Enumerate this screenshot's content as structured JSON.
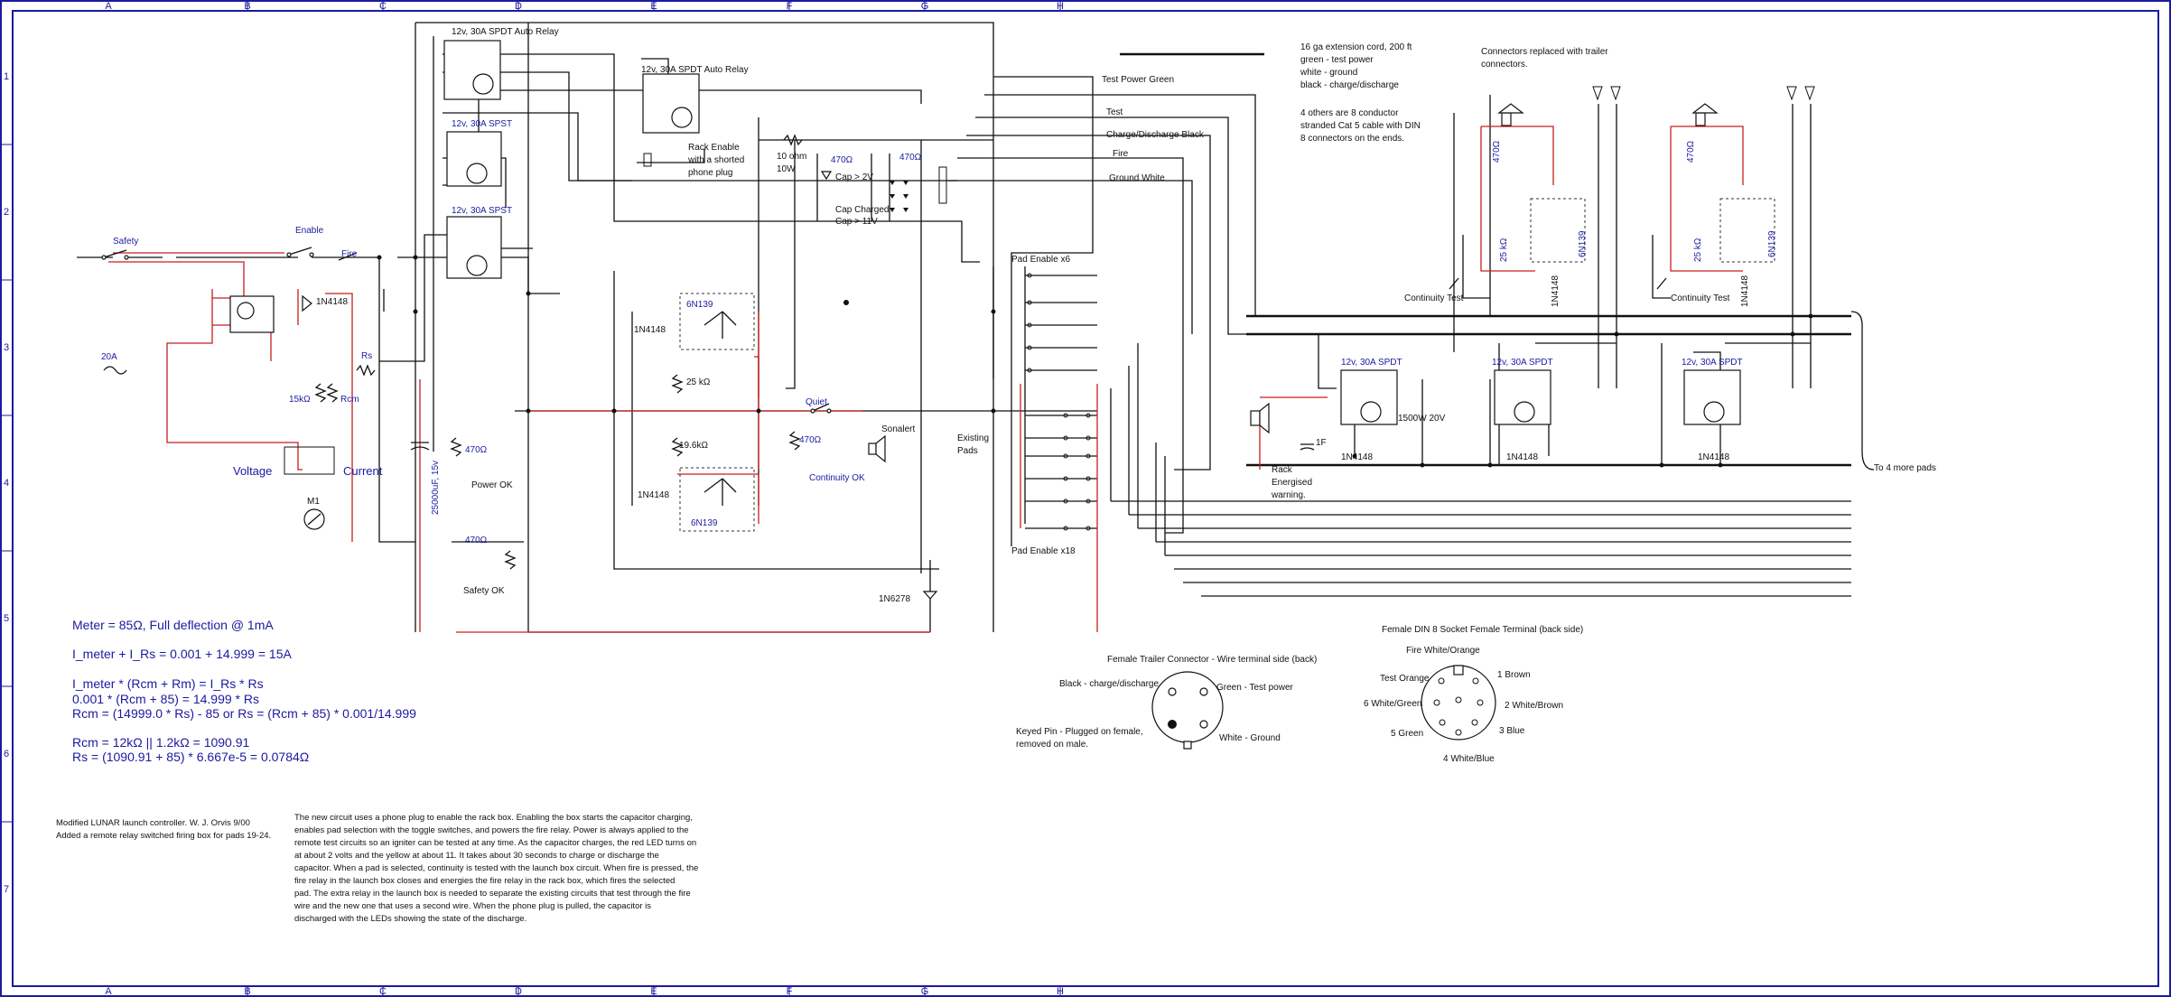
{
  "sheet": {
    "columns": [
      "A",
      "B",
      "C",
      "D",
      "E",
      "F",
      "G",
      "H"
    ],
    "rows": [
      "1",
      "2",
      "3",
      "4",
      "5",
      "6",
      "7"
    ]
  },
  "relays": {
    "auto_relay_1": "12v, 30A SPDT Auto Relay",
    "auto_relay_2": "12v, 30A SPDT Auto Relay",
    "spst_1": "12v, 30A SPST",
    "spst_2": "12v, 30A SPST",
    "pad_relay_1": "12v, 30A  SPDT",
    "pad_relay_2": "12v, 30A  SPDT",
    "pad_relay_3": "12v, 30A  SPDT"
  },
  "labels": {
    "safety": "Safety",
    "enable": "Enable",
    "fire": "Fire",
    "d1": "1N4148",
    "fuse": "20A",
    "rs": "Rs",
    "r15k": "15kΩ",
    "rcm": "Rcm",
    "voltage": "Voltage",
    "current": "Current",
    "meter": "M1",
    "cap_main": "25000uF, 15v",
    "r470_a": "470Ω",
    "power_ok": "Power OK",
    "r470_b": "470Ω",
    "safety_ok": "Safety OK",
    "rack_enable": "Rack Enable\nwith a shorted\nphone plug",
    "r10": "10  ohm\n10W",
    "r470_c": "470Ω",
    "cap2v": "Cap > 2V",
    "r470_d": "470Ω",
    "cap_charged": "Cap Charged\nCap > 11V",
    "opto1": "6N139",
    "d_opto1": "1N4148",
    "r25k": "25 kΩ",
    "r196k": "19.6kΩ",
    "d_opto2": "1N4148",
    "opto2": "6N139",
    "quiet": "Quiet",
    "r470_e": "470Ω",
    "sonalert": "Sonalert",
    "continuity_ok": "Continuity OK",
    "zener": "1N6278",
    "pad_enable_6": "Pad Enable  x6",
    "pad_enable_18": "Pad Enable  x18",
    "existing_pads": "Existing\nPads",
    "wire_test_power": "Test Power  Green",
    "wire_test": "Test",
    "wire_charge": "Charge/Discharge   Black",
    "wire_fire": "Fire",
    "wire_ground": "Ground   White",
    "legend_cord": "16 ga extension cord,   200 ft\ngreen - test power\nwhite - ground\nblack - charge/discharge",
    "legend_others": "4 others are 8 conductor\nstranded Cat 5 cable with DIN\n8 connectors on the ends.",
    "legend_replaced": "Connectors replaced with trailer\nconnectors.",
    "rack_warning": "Rack\nEnergised\nwarning.",
    "cap1f": "1F",
    "r1500w": "1500W  20V",
    "d_pad1": "1N4148",
    "d_pad2": "1N4148",
    "d_pad3": "1N4148",
    "continuity_test": "Continuity Test",
    "r470_p": "470Ω",
    "r25k_p": "25 kΩ",
    "opto_p": "6N139",
    "d_p": "1N4148",
    "to_more": "To 4 more pads"
  },
  "trailer": {
    "title": "Female Trailer Connector - Wire terminal side  (back)",
    "black": "Black - charge/discharge",
    "green": "Green - Test power",
    "white": "White - Ground",
    "keyed": "Keyed Pin - Plugged on female,\nremoved on male."
  },
  "din": {
    "title": "Female DIN 8 Socket Female Terminal (back side)",
    "pins": {
      "fire": "Fire White/Orange",
      "brown": "1 Brown",
      "test": "Test Orange",
      "white_brown": "2 White/Brown",
      "white_green": "6 White/Green",
      "blue": "3 Blue",
      "green": "5 Green",
      "white_blue": "4 White/Blue"
    }
  },
  "formulas": [
    "Meter = 85Ω, Full deflection @ 1mA",
    "I_meter + I_Rs = 0.001 + 14.999 = 15A",
    "I_meter * (Rcm + Rm) = I_Rs * Rs",
    "0.001 * (Rcm + 85) = 14.999 * Rs",
    "Rcm = (14999.0 * Rs) - 85  or   Rs = (Rcm + 85) * 0.001/14.999",
    "Rcm = 12kΩ || 1.2kΩ = 1090.91",
    "Rs = (1090.91 + 85) * 6.667e-5 = 0.0784Ω"
  ],
  "credits": {
    "line1": "Modified LUNAR launch controller.  W. J. Orvis  9/00",
    "line2": "Added a remote relay switched firing box for pads 19-24."
  },
  "description": [
    "The new circuit uses a phone plug to enable the rack box. Enabling the box starts the capacitor charging,",
    "enables pad selection with the toggle switches, and powers the fire relay. Power is always applied to the",
    "remote test circuits so an igniter can be tested at any time. As the capacitor charges, the red LED turns on",
    "at about 2 volts and the yellow at about 11. It takes about 30 seconds to charge or discharge the",
    "capacitor. When a pad is selected, continuity is tested with the launch box circuit. When fire is pressed, the",
    "fire relay in the launch box closes and energies the fire relay in the rack box, which fires the selected",
    "pad. The extra relay in the launch box is needed to separate the existing circuits that test through the fire",
    "wire and the new one that uses a second wire. When the phone plug is pulled, the capacitor is",
    "discharged with the LEDs showing the state of the discharge."
  ]
}
